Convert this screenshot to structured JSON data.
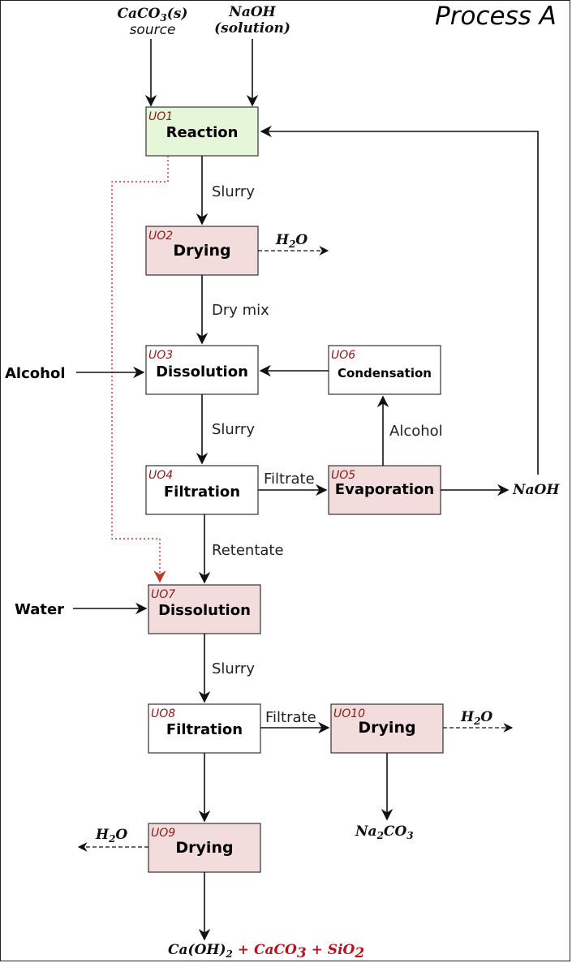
{
  "title": "Process A",
  "sources": {
    "caco3": {
      "formula": "CaCO",
      "sub": "3",
      "state": "(s)",
      "label": "source"
    },
    "naoh": {
      "formula": "NaOH",
      "label": "(solution)"
    }
  },
  "units": {
    "uo1": {
      "id": "UO1",
      "label": "Reaction"
    },
    "uo2": {
      "id": "UO2",
      "label": "Drying"
    },
    "uo3": {
      "id": "UO3",
      "label": "Dissolution"
    },
    "uo4": {
      "id": "UO4",
      "label": "Filtration"
    },
    "uo5": {
      "id": "UO5",
      "label": "Evaporation"
    },
    "uo6": {
      "id": "UO6",
      "label": "Condensation"
    },
    "uo7": {
      "id": "UO7",
      "label": "Dissolution"
    },
    "uo8": {
      "id": "UO8",
      "label": "Filtration"
    },
    "uo9": {
      "id": "UO9",
      "label": "Drying"
    },
    "uo10": {
      "id": "UO10",
      "label": "Drying"
    }
  },
  "streams": {
    "slurry1": "Slurry",
    "drymix": "Dry mix",
    "slurry2": "Slurry",
    "retentate": "Retentate",
    "filtrate1": "Filtrate",
    "alcohol_recycle": "Alcohol",
    "slurry3": "Slurry",
    "filtrate2": "Filtrate"
  },
  "inputs": {
    "alcohol": "Alcohol",
    "water": "Water"
  },
  "outputs": {
    "h2o": {
      "base": "H",
      "sub": "2",
      "tail": "O"
    },
    "naoh_out": "NaOH",
    "na2co3": {
      "a": "Na",
      "sub1": "2",
      "b": "CO",
      "sub2": "3"
    },
    "final": {
      "a": "Ca(OH)",
      "sub1": "2",
      "plus1": " + ",
      "b": "CaCO",
      "sub2": "3",
      "plus2": " + ",
      "c": "SiO",
      "sub3": "2"
    }
  },
  "colors": {
    "reaction_fill": "#e6f7d9",
    "drying_fill": "#f2dcdc",
    "neutral_fill": "#ffffff",
    "border": "#333333",
    "id_red": "#8b1a1a",
    "red_dotted": "#c0392b"
  }
}
